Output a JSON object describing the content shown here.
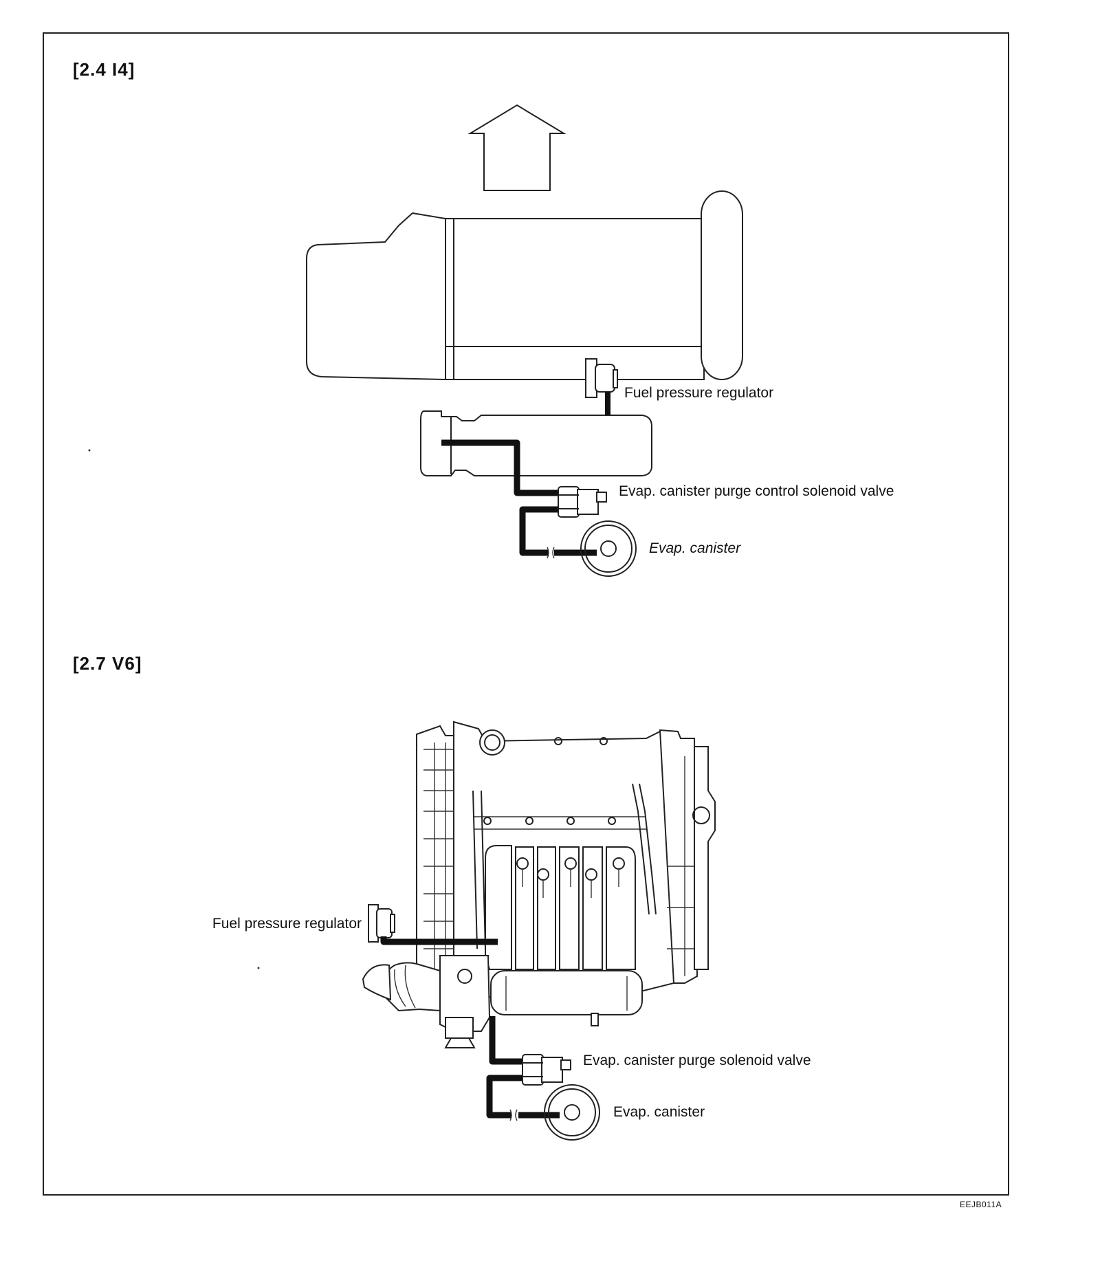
{
  "sections": {
    "i4": {
      "title": "[2.4  I4]",
      "labels": {
        "fuel_pressure_regulator": "Fuel pressure regulator",
        "purge_valve": "Evap. canister purge control solenoid valve",
        "canister": "Evap. canister"
      }
    },
    "v6": {
      "title": "[2.7  V6]",
      "labels": {
        "fuel_pressure_regulator": "Fuel pressure regulator",
        "purge_valve": "Evap. canister purge solenoid valve",
        "canister": "Evap. canister"
      }
    }
  },
  "figure_code": "EEJB011A",
  "icons": {
    "direction_arrow": "up-arrow-icon"
  }
}
